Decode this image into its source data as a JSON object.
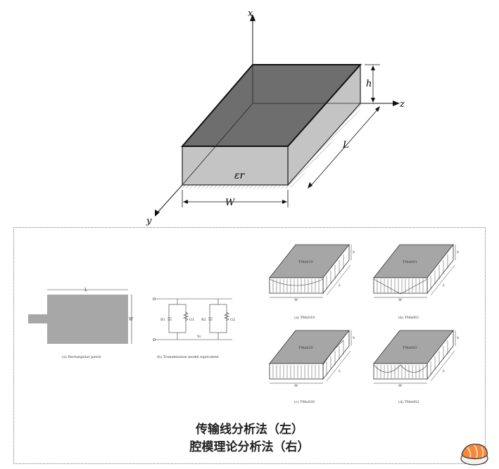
{
  "top_figure": {
    "axis_x": "x",
    "axis_y": "y",
    "axis_z": "z",
    "dim_h": "h",
    "dim_L": "L",
    "dim_W": "W",
    "material": "εr"
  },
  "left_figure": {
    "dim_L": "L",
    "dim_W": "W",
    "caption_a": "(a) Rectangular patch",
    "caption_b": "(b) Transmission model equivalent",
    "label_B1": "B1",
    "label_G1": "G1",
    "label_B2": "B2",
    "label_G2": "G2",
    "label_Yc": "Yc"
  },
  "mode_figures": [
    {
      "mode_label": "TMx010",
      "caption": "(a) TMx010"
    },
    {
      "mode_label": "TMx001",
      "caption": "(b) TMx001"
    },
    {
      "mode_label": "TMx020",
      "caption": "(c) TMx020"
    },
    {
      "mode_label": "TMx002",
      "caption": "(d) TMx002"
    }
  ],
  "mode_dims": {
    "h": "h",
    "L": "L",
    "W": "W"
  },
  "captions": {
    "line1": "传输线分析法（左）",
    "line2": "腔模理论分析法（右）"
  }
}
